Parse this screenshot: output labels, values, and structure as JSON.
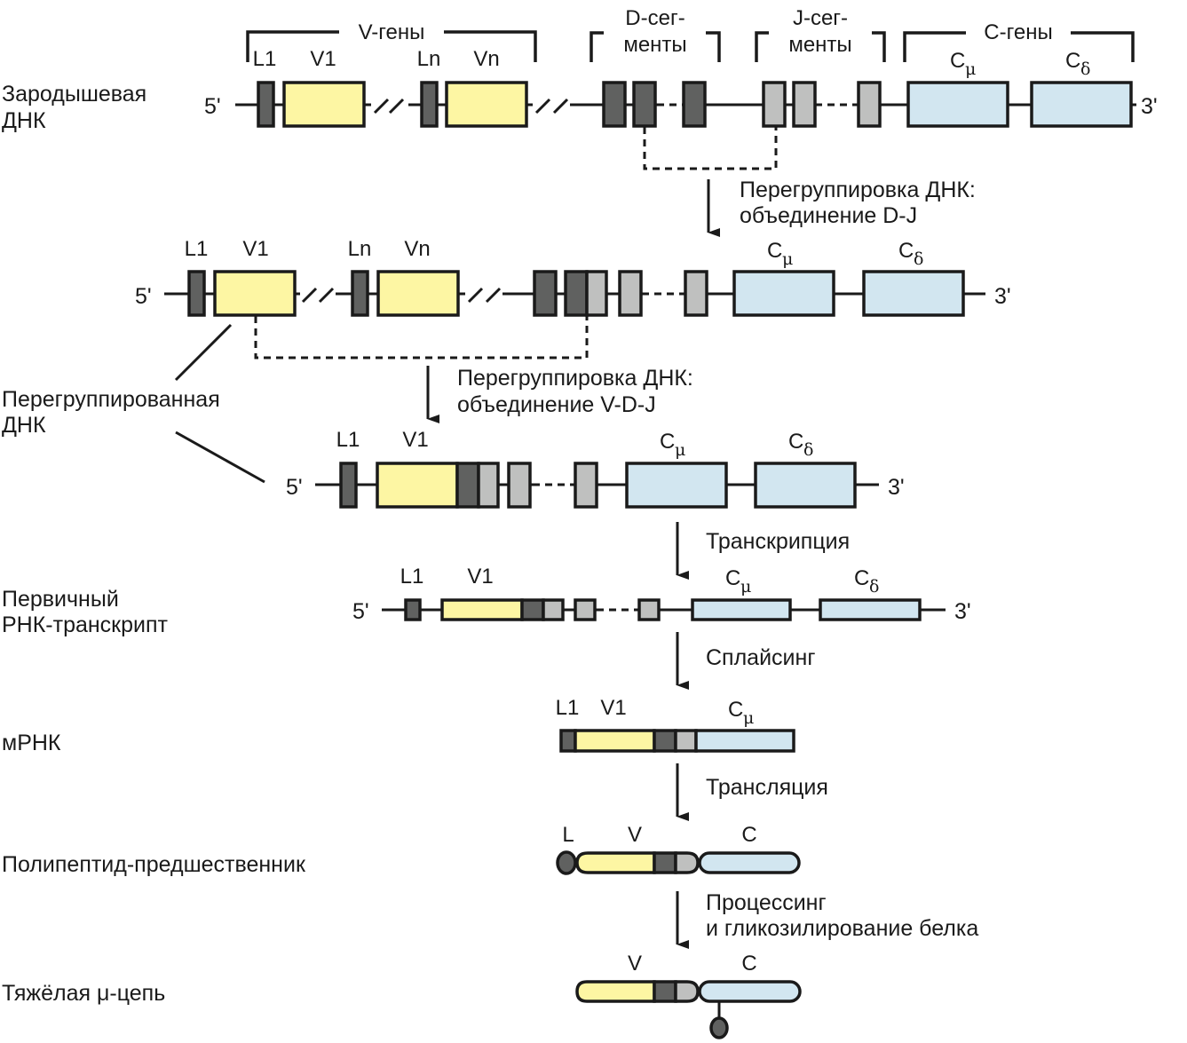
{
  "colors": {
    "leader": "#606160",
    "v_segment": "#fdf6a3",
    "d_segment": "#606160",
    "j_segment": "#bfc0bf",
    "c_segment": "#d2e6f0",
    "outline": "#1a1a1a"
  },
  "row_labels": {
    "germline": [
      "Зародышевая",
      "ДНК"
    ],
    "rearranged": [
      "Перегруппированная",
      "ДНК"
    ],
    "primary_transcript": [
      "Первичный",
      "РНК-транскрипт"
    ],
    "mrna": "мРНК",
    "precursor": "Полипептид-предшественник",
    "heavy_chain": [
      "Тяжёлая μ-цепь"
    ]
  },
  "group_labels": {
    "v_genes": "V-гены",
    "d_segments": [
      "D-сег-",
      "менты"
    ],
    "j_segments": [
      "J-сег-",
      "менты"
    ],
    "c_genes": "C-гены"
  },
  "segment_labels": {
    "L1": "L1",
    "V1": "V1",
    "Ln": "Ln",
    "Vn": "Vn",
    "C": "C",
    "mu": "μ",
    "delta": "δ",
    "L": "L",
    "V": "V"
  },
  "ends": {
    "five": "5'",
    "three": "3'"
  },
  "steps": {
    "dj_joining": [
      "Перегруппировка ДНК:",
      "объединение D-J"
    ],
    "vdj_joining": [
      "Перегруппировка ДНК:",
      "объединение V-D-J"
    ],
    "transcription": "Транскрипция",
    "splicing": "Сплайсинг",
    "translation": "Трансляция",
    "processing": [
      "Процессинг",
      "и гликозилирование белка"
    ]
  }
}
